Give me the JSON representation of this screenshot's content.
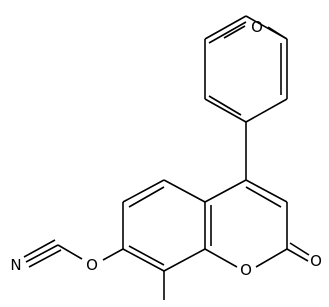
{
  "molecule": {
    "atoms": {
      "o_methoxy": "O",
      "o_ether": "O",
      "o_ring": "O",
      "o_carbonyl": "O",
      "n_nitrile": "N"
    },
    "colors": {
      "bond": "#000000",
      "label": "#000000",
      "background": "#ffffff"
    }
  }
}
